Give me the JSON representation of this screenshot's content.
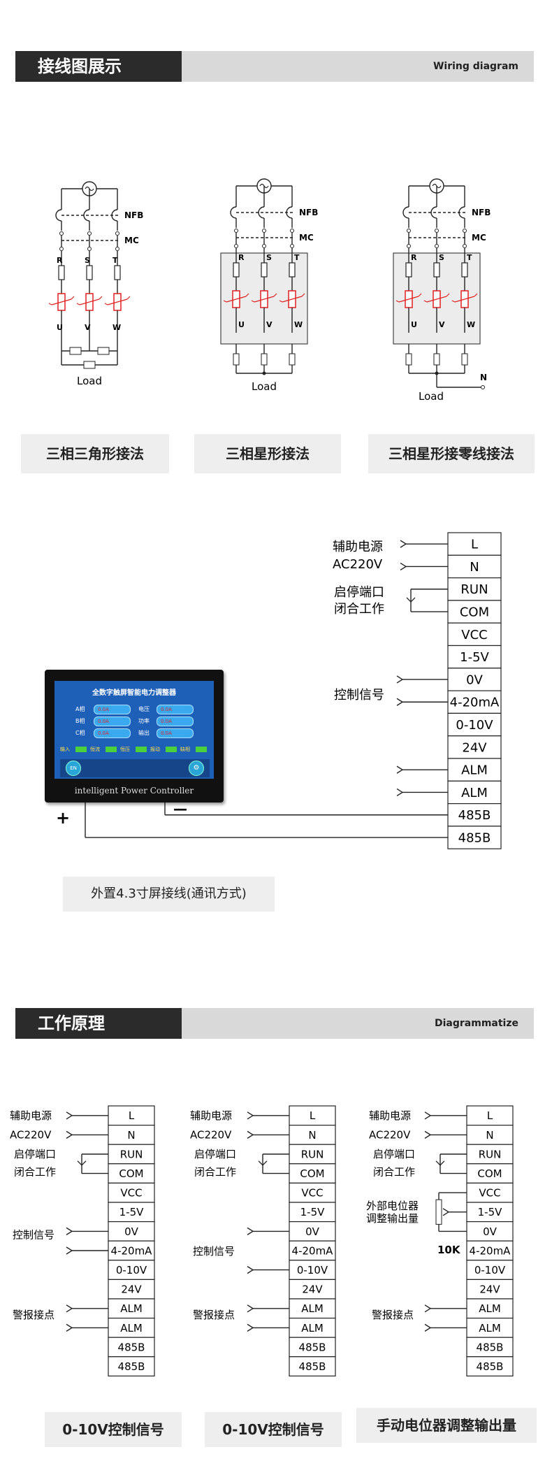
{
  "wiring_section": {
    "title_cn": "接线图展示",
    "title_en": "Wiring diagram"
  },
  "principle_section": {
    "title_cn": "工作原理",
    "title_en": "Diagrammatize"
  },
  "three_phase": {
    "nfb": "NFB",
    "mc": "MC",
    "load": "Load",
    "neutral": "N",
    "in_phases": [
      "R",
      "S",
      "T"
    ],
    "out_phases": [
      "U",
      "V",
      "W"
    ],
    "captions": [
      "三相三角形接法",
      "三相星形接法",
      "三相星形接零线接法"
    ]
  },
  "terminals": [
    "L",
    "N",
    "RUN",
    "COM",
    "VCC",
    "1-5V",
    "0V",
    "4-20mA",
    "0-10V",
    "24V",
    "ALM",
    "ALM",
    "485B",
    "485B"
  ],
  "terminal_labels": {
    "aux_power": "辅助电源",
    "ac220": "AC220V",
    "start_stop": "启停端口",
    "closed_work": "闭合工作",
    "control_signal": "控制信号",
    "alarm_contact": "警报接点",
    "ext_pot_1": "外部电位器",
    "ext_pot_2": "调整输出量",
    "pot_value": "10K"
  },
  "screen": {
    "title": "全数字触屏智能电力调整器",
    "rows": [
      {
        "l": "A相",
        "lv": "0.0A",
        "r": "电压",
        "rv": "0.0A"
      },
      {
        "l": "B相",
        "lv": "0.0A",
        "r": "功率",
        "rv": "0.0A"
      },
      {
        "l": "C相",
        "lv": "0.0A",
        "r": "输出",
        "rv": "0.0A"
      }
    ],
    "status": [
      "输入",
      "恒流",
      "恒压",
      "报动",
      "缺相"
    ],
    "en_button": "EN",
    "brand": "intelligent Power Controller",
    "plus": "+",
    "minus": "—",
    "caption": "外置4.3寸屏接线(通讯方式)"
  },
  "bottom_captions": [
    "0-10V控制信号",
    "0-10V控制信号",
    "手动电位器调整输出量"
  ]
}
